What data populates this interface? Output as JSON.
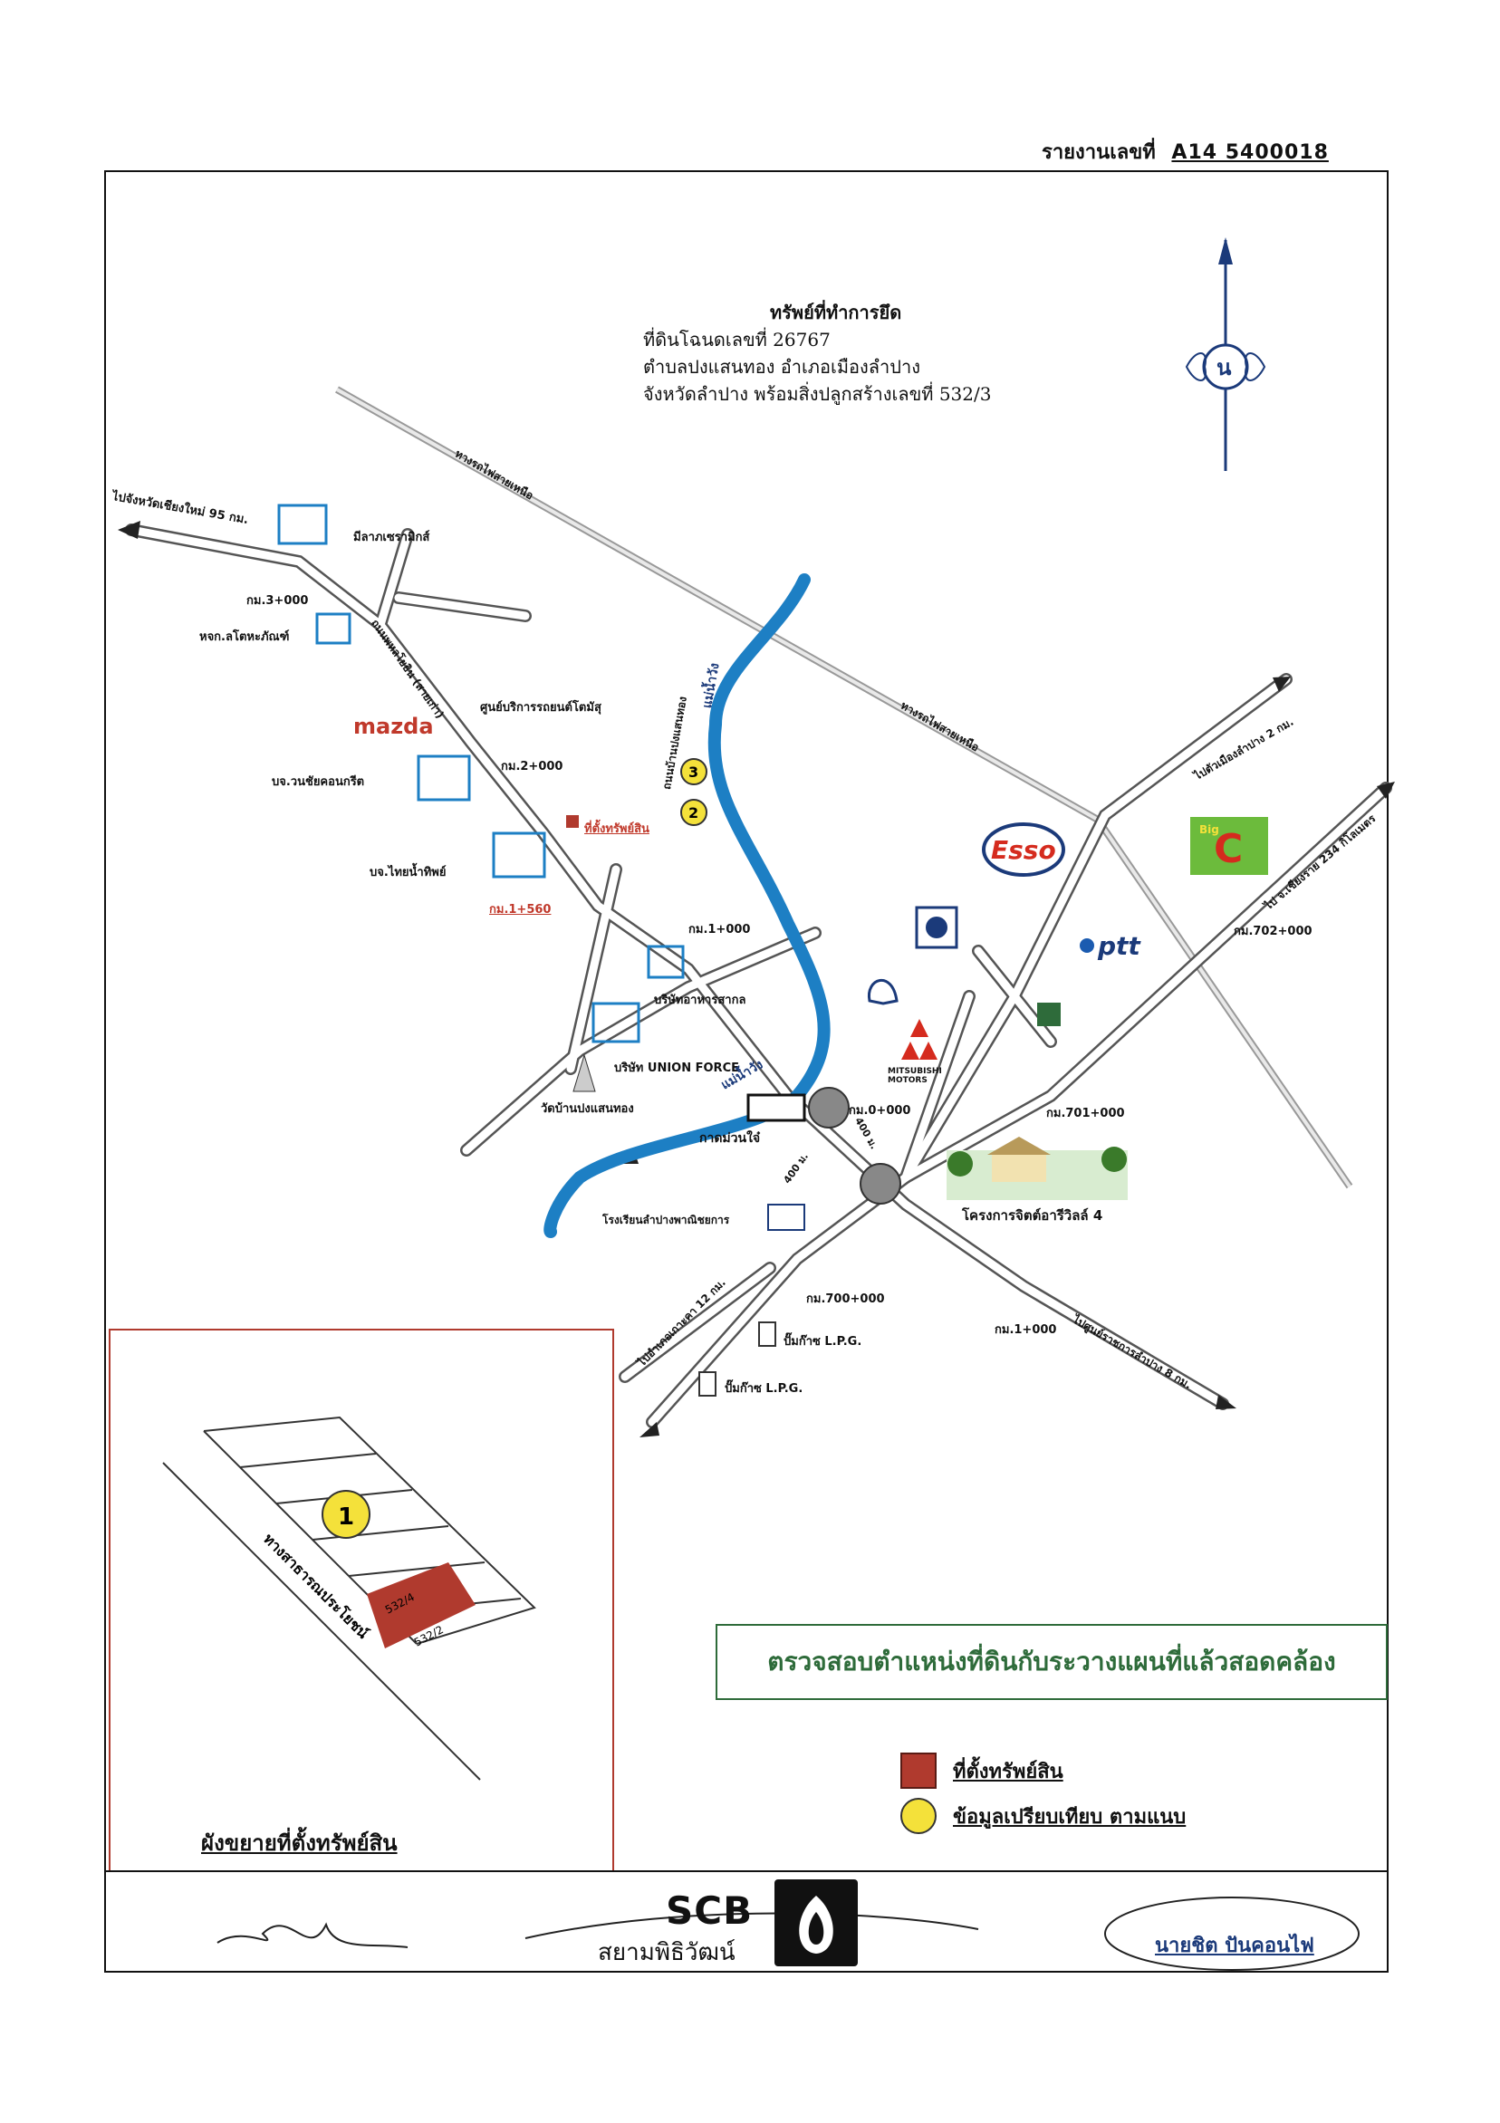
{
  "report": {
    "label": "รายงานเลขที่",
    "number": "A14 5400018"
  },
  "title": {
    "line1": "ทรัพย์ที่ทำการยึด",
    "line2": "ที่ดินโฉนดเลขที่ 26767",
    "line3": "ตำบลปงแสนทอง อำเภอเมืองลำปาง",
    "line4": "จังหวัดลำปาง พร้อมสิ่งปลูกสร้างเลขที่ 532/3"
  },
  "north_letter": "น",
  "map_labels": {
    "to_chiangmai": "ไปจังหวัดเชียงใหม่ 95 กม.",
    "mila": "มีลาภเซรามิกส์",
    "km3": "กม.3+000",
    "lotus": "หจก.ลโตหะภัณฑ์",
    "service_center": "ศูนย์บริการรถยนต์โตมัสุ",
    "mazda": "mazda",
    "wanchai": "บจ.วนชัยคอนกรีต",
    "km2": "กม.2+000",
    "asset_location": "ที่ตั้งทรัพย์สิน",
    "thainamthip": "บจ.ไทยน้ำทิพย์",
    "km1560": "กม.1+560",
    "km1": "กม.1+000",
    "food_co": "บริษัทอาหารสากล",
    "union_force": "บริษัท UNION FORCE",
    "wat": "วัดบ้านปงแสนทอง",
    "river1": "แม่น้ำวัง",
    "river2": "แม่น้ำวัง",
    "railway1": "ทางรถไฟสายเหนือ",
    "railway2": "ทางรถไฟสายเหนือ",
    "road_phahon": "ถนนพหลโยธิน (สายเก่า)",
    "road_ban": "ถนนบ้านปงแสนทอง",
    "to_lampang2": "ไปตัวเมืองลำปาง 2 กม.",
    "to_chiangrai": "ไป จ.เชียงราย 234 กิโลเมตร",
    "esso": "Esso",
    "bigc_sub": "Big",
    "bigc": "C",
    "ptt": "ptt",
    "km702": "กม.702+000",
    "km701": "กม.701+000",
    "km0": "กม.0+000",
    "mitsubishi": "MITSUBISHI MOTORS",
    "kad": "กาดม่วนใจ๋",
    "school": "โรงเรียนลำปางพาณิชยการ",
    "project": "โครงการจิตต์อารีวิลล์ 4",
    "km700": "กม.700+000",
    "km1b": "กม.1+000",
    "lpg1": "ปั๊มก๊าซ L.P.G.",
    "lpg2": "ปั๊มก๊าซ L.P.G.",
    "to_bangkok": "ไปอำเภอเกาะคา 12 กม.",
    "to_district": "ไปศูนย์ราชการลำปาง 8 กม.",
    "dist400a": "400 ม.",
    "dist400b": "400 ม.",
    "c1": "1",
    "c2": "2",
    "c3": "3"
  },
  "inset": {
    "title": "ผังขยายที่ตั้งทรัพย์สิน",
    "road": "ทางสาธารณประโยชน์",
    "plot1": "532/4",
    "plot2": "532/2",
    "circle": "1"
  },
  "verify": "ตรวจสอบตำแหน่งที่ดินกับระวางแผนที่แล้วสอดคล้อง",
  "legend": {
    "asset": "ที่ตั้งทรัพย์สิน",
    "comparison": "ข้อมูลเปรียบเทียบ ตามแนบ"
  },
  "footer": {
    "scb": "SCB",
    "scb_thai": "สยามพิธิวัฒน์",
    "appraiser": "นายชิต ปันคอนไฟ"
  },
  "colors": {
    "river": "#1d7fc4",
    "asset": "#b03a2e",
    "comparison": "#f4e13a",
    "verify": "#2e6b3a"
  }
}
